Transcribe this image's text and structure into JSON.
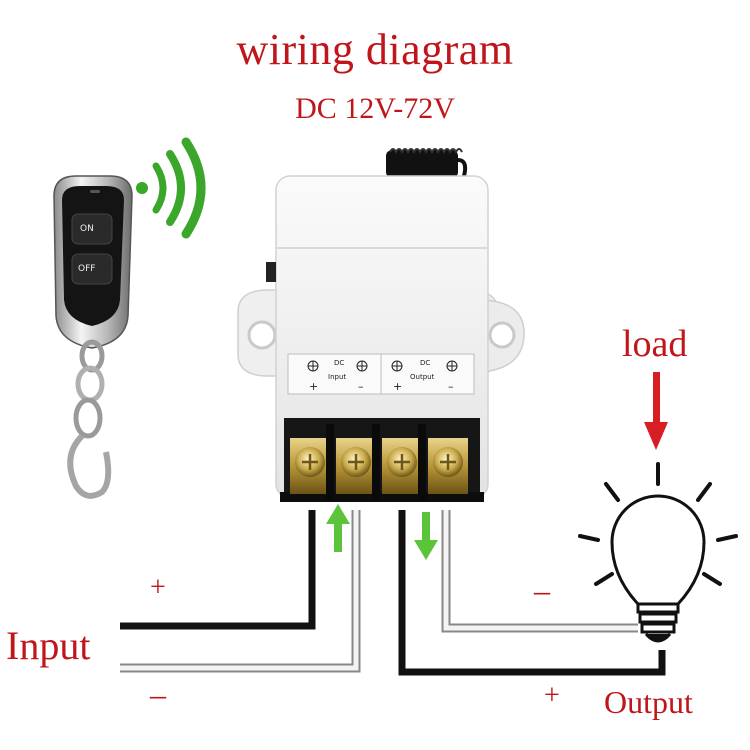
{
  "title": "wiring diagram",
  "voltage": "DC 12V-72V",
  "labels": {
    "input": "Input",
    "input_plus": "+",
    "input_minus": "–",
    "load": "load",
    "output": "Output",
    "output_minus": "–",
    "output_plus": "+"
  },
  "remote": {
    "on_label": "ON",
    "off_label": "OFF"
  },
  "terminal_strip": {
    "left_group": "DC Input",
    "right_group": "DC Output",
    "left_dc": "DC",
    "left_name": "Input",
    "right_dc": "DC",
    "right_name": "Output",
    "t1_sign": "+",
    "t2_sign": "–",
    "t3_sign": "+",
    "t4_sign": "–"
  },
  "colors": {
    "label_red": "#c0161b",
    "arrow_green": "#5cc43b",
    "wire_black": "#111111",
    "wire_white": "#f2f2f2"
  },
  "icons": [
    "remote-key-fob",
    "wireless-signal",
    "relay-module",
    "antenna",
    "light-bulb",
    "arrow-up",
    "arrow-down",
    "arrow-load"
  ]
}
